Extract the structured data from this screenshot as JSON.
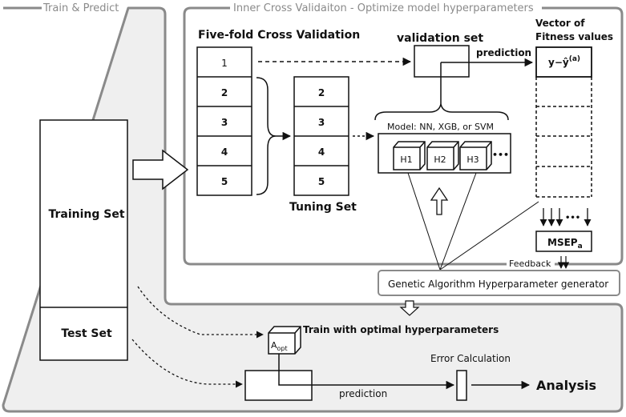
{
  "outer_label": "Train & Predict",
  "inner_label": "Inner Cross Validaiton - Optimize model hyperparameters",
  "cv_title": "Five-fold Cross Validation",
  "validation_set_label": "validation set",
  "fitness_title_line1": "Vector of",
  "fitness_title_line2": "Fitness values",
  "fitness_expr": "y−ŷ",
  "fitness_sup": "(a)",
  "prediction_top": "prediction",
  "folds": [
    "1",
    "2",
    "3",
    "4",
    "5"
  ],
  "tuning_folds": [
    "2",
    "3",
    "4",
    "5"
  ],
  "tuning_set_label": "Tuning Set",
  "model_label": "Model: NN, XGB, or SVM",
  "hyper_boxes": [
    "H1",
    "H2",
    "H3"
  ],
  "ellipsis": "•••",
  "arrows_ellipsis": "•••",
  "msep_label": "MSEP",
  "msep_sub": "a",
  "feedback_label": "Feedback",
  "ga_label": "Genetic Algorithm Hyperparameter generator",
  "training_set_label": "Training Set",
  "test_set_label": "Test Set",
  "aopt_main": "A",
  "aopt_sub": "opt",
  "train_optimal_label": "Train with optimal hyperparameters",
  "error_calc_label": "Error Calculation",
  "prediction_bottom": "prediction",
  "analysis_label": "Analysis"
}
